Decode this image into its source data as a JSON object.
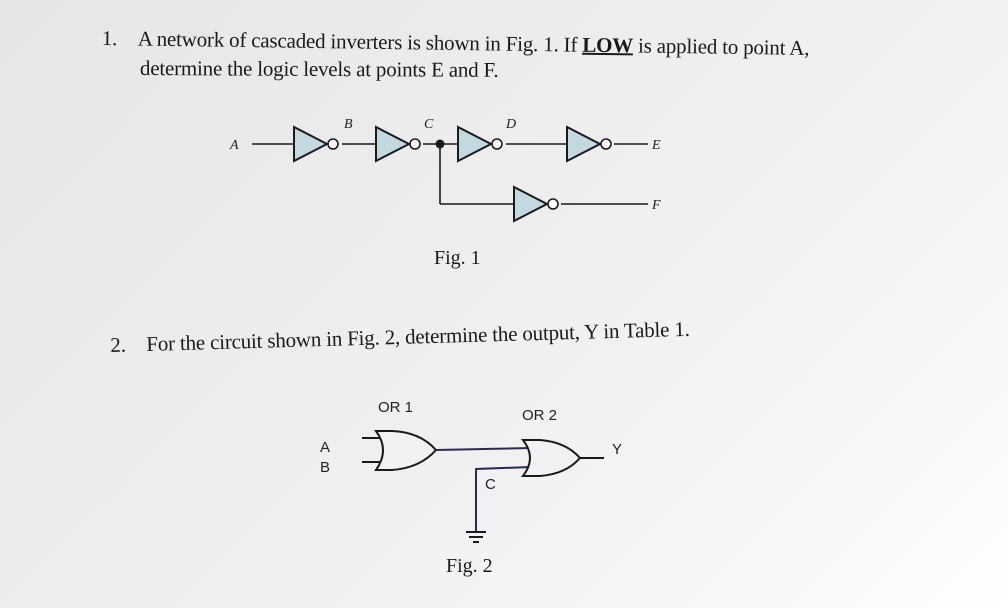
{
  "question1": {
    "number": "1.",
    "text_before": "A network of cascaded inverters is shown in Fig. 1. If ",
    "emphasis": "LOW",
    "text_after": " is applied to point A,",
    "line2": "determine the logic levels at points E and F."
  },
  "figure1": {
    "caption": "Fig. 1",
    "labels": {
      "A": "A",
      "B": "B",
      "C": "C",
      "D": "D",
      "E": "E",
      "F": "F"
    },
    "gate_fill": "#c4d8e2",
    "gate_stroke": "#1a1a1a",
    "inverter_count": 5
  },
  "question2": {
    "number": "2.",
    "text": "For the circuit shown in Fig. 2, determine the output, Y in Table 1."
  },
  "figure2": {
    "caption": "Fig. 2",
    "gate1_label": "OR 1",
    "gate2_label": "OR 2",
    "inputs": {
      "A": "A",
      "B": "B",
      "C": "C"
    },
    "output": "Y",
    "ground_symbol": "ground",
    "wire_color": "#2a2a55"
  }
}
